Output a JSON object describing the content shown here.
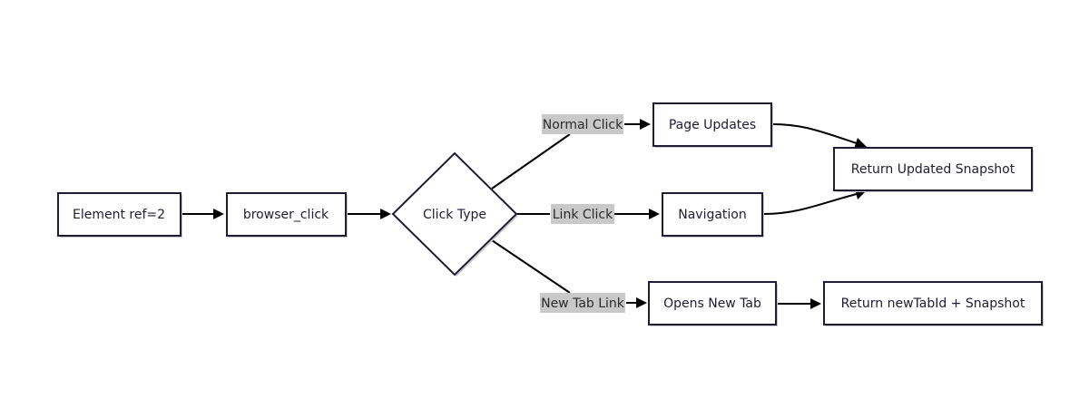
{
  "nodes": {
    "element_ref": "Element ref=2",
    "browser_click": "browser_click",
    "click_type": "Click Type",
    "page_updates": "Page Updates",
    "navigation": "Navigation",
    "opens_new_tab": "Opens New Tab",
    "return_updated_snapshot": "Return Updated Snapshot",
    "return_newtabid_snapshot": "Return newTabId + Snapshot"
  },
  "edge_labels": {
    "normal_click": "Normal Click",
    "link_click": "Link Click",
    "new_tab_link": "New Tab Link"
  },
  "colors": {
    "node_border": "#1f1d33",
    "edge": "#000000",
    "label_background": "#c9c9c9"
  }
}
